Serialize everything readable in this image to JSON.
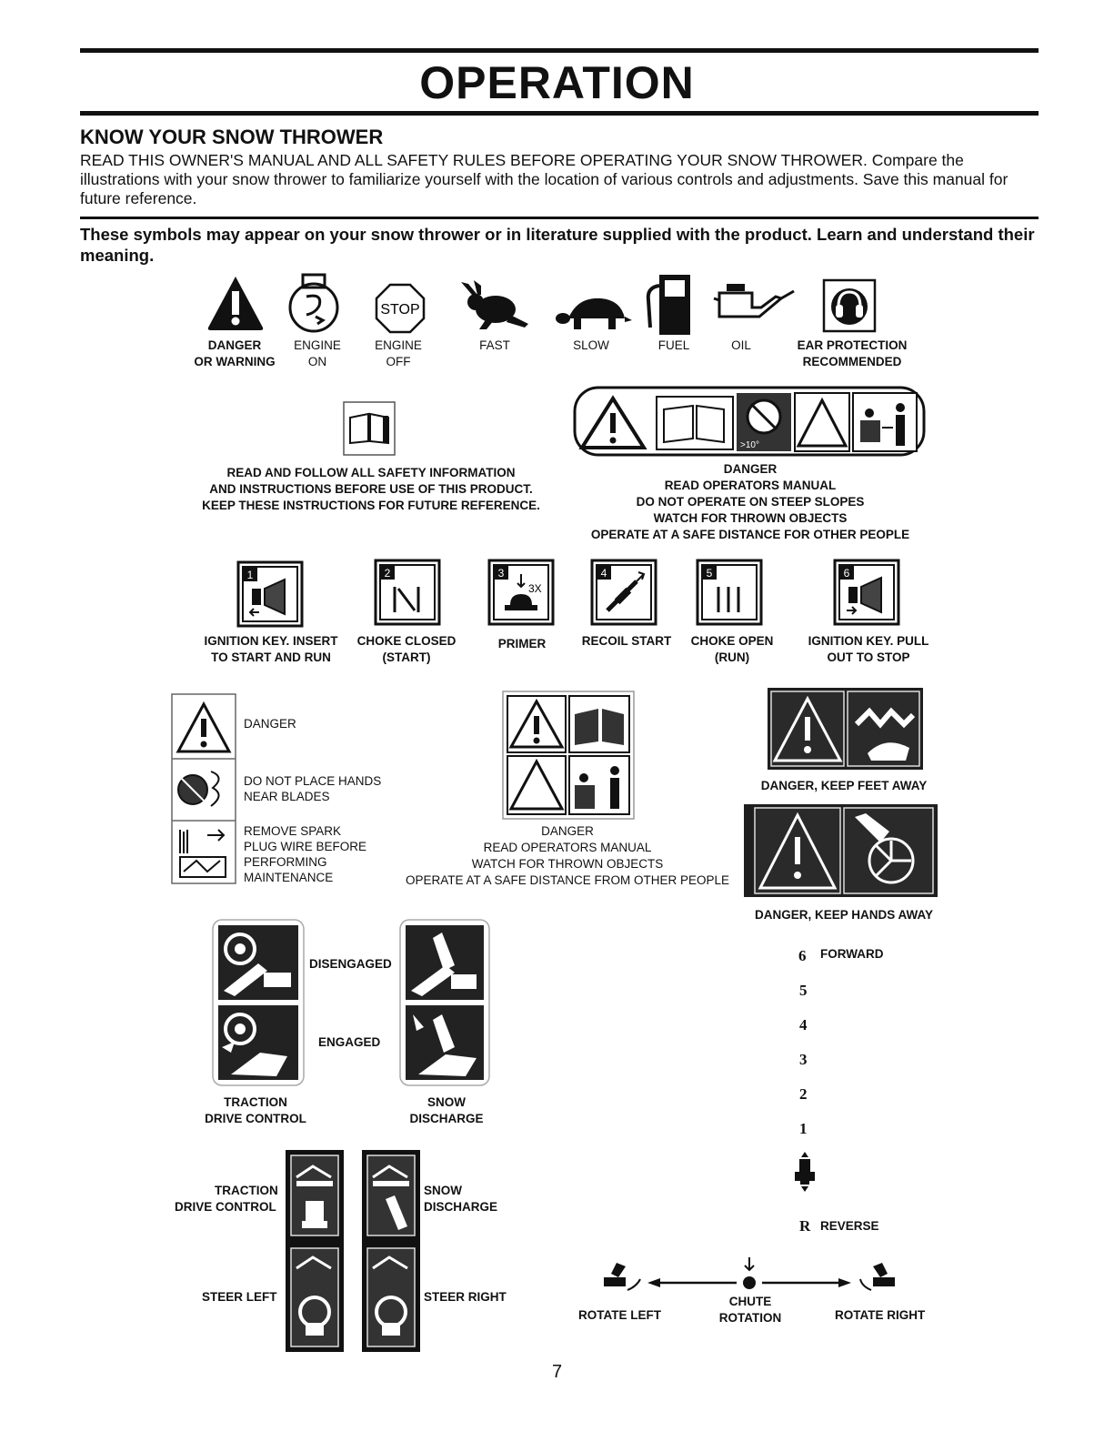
{
  "page": {
    "title": "OPERATION",
    "section_heading": "KNOW YOUR SNOW THROWER",
    "intro_caps": "READ THIS OWNER'S MANUAL AND ALL SAFETY RULES BEFORE OPERATING YOUR SNOW THROWER.",
    "intro_rest": " Compare the illustrations with your snow thrower to familiarize yourself with the location of various controls and adjustments.  Save this manual for future reference.",
    "symbols_note": "These symbols may appear on your snow thrower or in literature supplied with the product.  Learn and understand their meaning.",
    "page_number": "7"
  },
  "row1": [
    {
      "icon": "danger-warning-icon",
      "line1": "DANGER",
      "line2": "OR WARNING"
    },
    {
      "icon": "engine-on-icon",
      "line1": "ENGINE",
      "line2": "ON"
    },
    {
      "icon": "engine-off-stop-icon",
      "line1": "ENGINE",
      "line2": "OFF",
      "stop_text": "STOP"
    },
    {
      "icon": "rabbit-fast-icon",
      "line1": "FAST",
      "line2": ""
    },
    {
      "icon": "turtle-slow-icon",
      "line1": "SLOW",
      "line2": ""
    },
    {
      "icon": "fuel-pump-icon",
      "line1": "FUEL",
      "line2": ""
    },
    {
      "icon": "oil-can-icon",
      "line1": "OIL",
      "line2": ""
    },
    {
      "icon": "ear-protection-icon",
      "line1": "EAR PROTECTION",
      "line2": "RECOMMENDED"
    }
  ],
  "row2": {
    "manual": {
      "icon": "manual-book-icon",
      "lines": [
        "READ AND FOLLOW ALL SAFETY INFORMATION",
        "AND INSTRUCTIONS BEFORE USE OF THIS PRODUCT.",
        "KEEP THESE INSTRUCTIONS FOR FUTURE REFERENCE."
      ]
    },
    "decal": {
      "icon": "danger-decal-strip-icon",
      "slope_text": ">10°",
      "lines": [
        "DANGER",
        "READ OPERATORS MANUAL",
        "DO NOT OPERATE ON STEEP SLOPES",
        "WATCH FOR THROWN OBJECTS",
        "OPERATE AT A SAFE DISTANCE FOR OTHER PEOPLE"
      ]
    }
  },
  "row3": [
    {
      "num": "1",
      "icon": "ignition-key-insert-icon",
      "line1": "IGNITION KEY. INSERT",
      "line2": "TO START AND RUN"
    },
    {
      "num": "2",
      "icon": "choke-closed-icon",
      "line1": "CHOKE CLOSED",
      "line2": "(START)"
    },
    {
      "num": "3",
      "icon": "primer-icon",
      "line1": "PRIMER",
      "line2": "",
      "extra": "3X"
    },
    {
      "num": "4",
      "icon": "recoil-start-icon",
      "line1": "RECOIL START",
      "line2": ""
    },
    {
      "num": "5",
      "icon": "choke-open-icon",
      "line1": "CHOKE OPEN",
      "line2": "(RUN)"
    },
    {
      "num": "6",
      "icon": "ignition-key-pull-icon",
      "line1": "IGNITION KEY.  PULL",
      "line2": "OUT TO STOP"
    }
  ],
  "row4": {
    "left_labels": {
      "danger": "DANGER",
      "hands_1": "DO NOT PLACE HANDS",
      "hands_2": "NEAR BLADES",
      "spark_1": "REMOVE SPARK",
      "spark_2": "PLUG WIRE BEFORE",
      "spark_3": "PERFORMING",
      "spark_4": "MAINTENANCE"
    },
    "center_lines": [
      "DANGER",
      "READ OPERATORS MANUAL",
      "WATCH FOR THROWN OBJECTS",
      "OPERATE AT A SAFE DISTANCE FROM OTHER PEOPLE"
    ],
    "feet_caption": "DANGER, KEEP FEET AWAY",
    "hands_caption": "DANGER, KEEP HANDS AWAY"
  },
  "controls": {
    "disengaged": "DISENGAGED",
    "engaged": "ENGAGED",
    "traction_1": "TRACTION",
    "traction_2": "DRIVE CONTROL",
    "snow_1": "SNOW",
    "snow_2": "DISCHARGE",
    "small_traction_1": "TRACTION",
    "small_traction_2": "DRIVE CONTROL",
    "small_snow_1": "SNOW",
    "small_snow_2": "DISCHARGE",
    "steer_left": "STEER LEFT",
    "steer_right": "STEER RIGHT"
  },
  "speed": {
    "gears": [
      "6",
      "5",
      "4",
      "3",
      "2",
      "1",
      "R"
    ],
    "forward": "FORWARD",
    "reverse": "REVERSE"
  },
  "chute": {
    "rotate_left": "ROTATE LEFT",
    "label_1": "CHUTE",
    "label_2": "ROTATION",
    "rotate_right": "ROTATE RIGHT"
  }
}
